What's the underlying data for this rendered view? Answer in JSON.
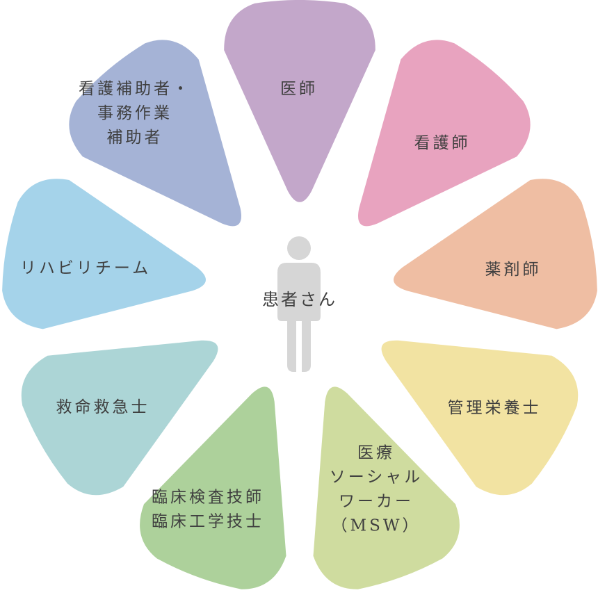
{
  "diagram": {
    "center": {
      "label": "患者さん",
      "icon": "person-icon",
      "icon_color": "#d6d6d6"
    },
    "petals": [
      {
        "id": "doctor",
        "color": "#c3a7ca",
        "lines": [
          "医師"
        ]
      },
      {
        "id": "nurse",
        "color": "#e8a3bf",
        "lines": [
          "看護師"
        ]
      },
      {
        "id": "pharmacist",
        "color": "#efbea3",
        "lines": [
          "薬剤師"
        ]
      },
      {
        "id": "dietitian",
        "color": "#f2e3a2",
        "lines": [
          "管理栄養士"
        ]
      },
      {
        "id": "msw",
        "color": "#cfdc9f",
        "lines": [
          "医療",
          "ソーシャル",
          "ワーカー",
          "（MSW）"
        ]
      },
      {
        "id": "lab-tech",
        "color": "#add19b",
        "lines": [
          "臨床検査技師",
          "臨床工学技士"
        ]
      },
      {
        "id": "paramedic",
        "color": "#acd5d6",
        "lines": [
          "救命救急士"
        ]
      },
      {
        "id": "rehab",
        "color": "#a5d3ea",
        "lines": [
          "リハビリチーム"
        ]
      },
      {
        "id": "assistant",
        "color": "#a5b3d6",
        "lines": [
          "看護補助者・",
          "事務作業",
          "補助者"
        ]
      }
    ]
  }
}
